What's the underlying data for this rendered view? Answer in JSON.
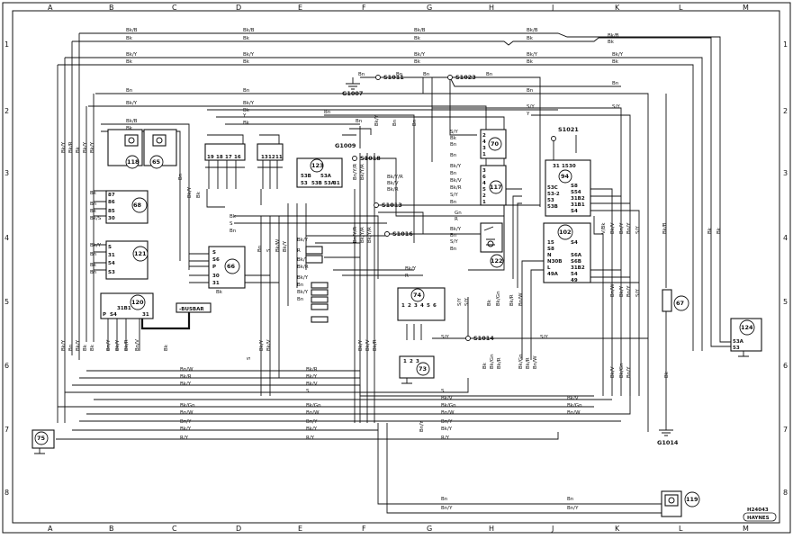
{
  "grid": {
    "columns": [
      "A",
      "B",
      "C",
      "D",
      "E",
      "F",
      "G",
      "H",
      "J",
      "K",
      "L",
      "M"
    ],
    "rows": [
      "1",
      "2",
      "3",
      "4",
      "5",
      "6",
      "7",
      "8"
    ]
  },
  "components": [
    {
      "id": "118",
      "label": "118"
    },
    {
      "id": "65",
      "label": "65"
    },
    {
      "id": "68",
      "label": "68"
    },
    {
      "id": "121",
      "label": "121"
    },
    {
      "id": "120",
      "label": "120"
    },
    {
      "id": "66",
      "label": "66"
    },
    {
      "id": "123",
      "label": "123"
    },
    {
      "id": "70",
      "label": "70"
    },
    {
      "id": "117",
      "label": "117"
    },
    {
      "id": "122",
      "label": "122"
    },
    {
      "id": "74",
      "label": "74"
    },
    {
      "id": "73",
      "label": "73"
    },
    {
      "id": "94",
      "label": "94"
    },
    {
      "id": "102",
      "label": "102"
    },
    {
      "id": "67",
      "label": "67"
    },
    {
      "id": "124",
      "label": "124"
    },
    {
      "id": "75",
      "label": "75"
    },
    {
      "id": "119",
      "label": "119"
    }
  ],
  "splices": [
    "S1011",
    "S1023",
    "S1018",
    "S1013",
    "S1016",
    "S1014",
    "S1021"
  ],
  "grounds": [
    "G1007",
    "G1009",
    "G1014"
  ],
  "busbar": "-BUSBAR",
  "drawing_number": "H24043",
  "publisher": "HAYNES",
  "wire_colors": [
    "Bk/B",
    "Bk",
    "Bk/Y",
    "Bn",
    "Bn/Y",
    "S/Y",
    "Bk/R",
    "Bk/Gn",
    "Bn/W",
    "Gn",
    "Y",
    "R",
    "S",
    "R/Y",
    "Y/R",
    "Bk/Y/R",
    "Bk/S",
    "Bn/S",
    "Bk/V",
    "V/Bk",
    "Bk/W"
  ],
  "buses": [
    {
      "label": "Bk/B"
    },
    {
      "label": "Bk"
    },
    {
      "label": "Bk/Y"
    },
    {
      "label": "Bn"
    },
    {
      "label": "Bn/Y"
    },
    {
      "label": "S/Y"
    },
    {
      "label": "Bk/V"
    },
    {
      "label": "Bk/R"
    },
    {
      "label": "Bk/Gn"
    },
    {
      "label": "Bn/W"
    },
    {
      "label": "Bn/Y"
    },
    {
      "label": "R/Y"
    }
  ],
  "pins": {
    "c68": [
      "87",
      "86",
      "85",
      "30"
    ],
    "c121": [
      "S",
      "31",
      "54",
      "S3"
    ],
    "c120": [
      "P",
      "S4",
      "31B1",
      "31"
    ],
    "c66": [
      "S",
      "S6",
      "P",
      "30",
      "31"
    ],
    "c123": [
      "53B",
      "53A",
      "53",
      "31",
      "53B",
      "53A",
      "31"
    ],
    "c70": [
      "2",
      "4",
      "3",
      "1"
    ],
    "c117": [
      "3",
      "6",
      "4",
      "5",
      "2",
      "1"
    ],
    "c94": [
      "31",
      "15",
      "30",
      "53C",
      "53-2",
      "53",
      "53B",
      "S8",
      "S54",
      "31B2",
      "31B1",
      "S4"
    ],
    "c102": [
      "15",
      "S8",
      "N",
      "N30B",
      "L",
      "49A",
      "S4",
      "S6A",
      "S6B",
      "31B2",
      "54",
      "49"
    ],
    "c74": [
      "1",
      "2",
      "3",
      "4",
      "5",
      "6"
    ],
    "c73": [
      "1",
      "2",
      "3"
    ],
    "c124": [
      "53A",
      "53"
    ],
    "relays": [
      "19",
      "18",
      "17",
      "16",
      "13",
      "12",
      "11"
    ]
  }
}
